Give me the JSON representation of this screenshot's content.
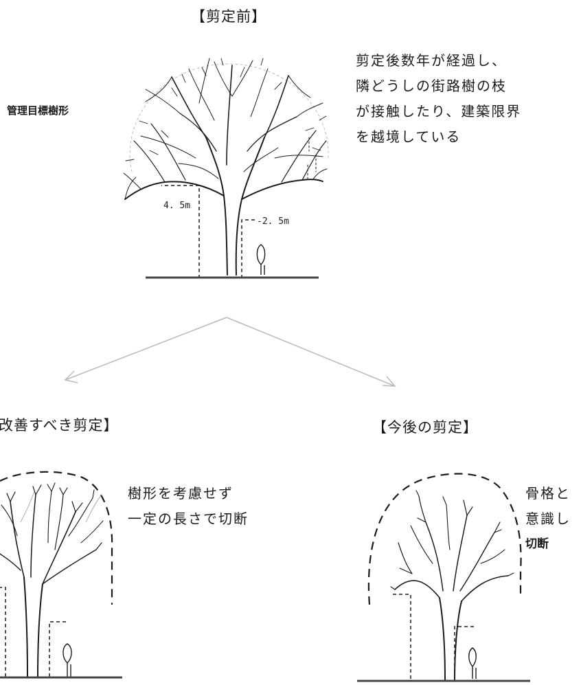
{
  "title_before": "【剪定前】",
  "label_target_shape": "管理目標樹形",
  "desc_before": [
    "剪定後数年が経過し、",
    "隣どうしの街路樹の枝",
    "が接触したり、建築限界",
    "を越境している"
  ],
  "height_left": "4. 5m",
  "height_right": "-2. 5m",
  "title_bad": "改善すべき剪定】",
  "desc_bad": [
    "樹形を考慮せず",
    "一定の長さで切断"
  ],
  "title_good": "【今後の剪定】",
  "desc_good": [
    "骨格と",
    "意識し",
    "切断"
  ],
  "colors": {
    "ink": "#1a1a1a",
    "arrow": "#b9b9b9",
    "ground": "#444444"
  }
}
